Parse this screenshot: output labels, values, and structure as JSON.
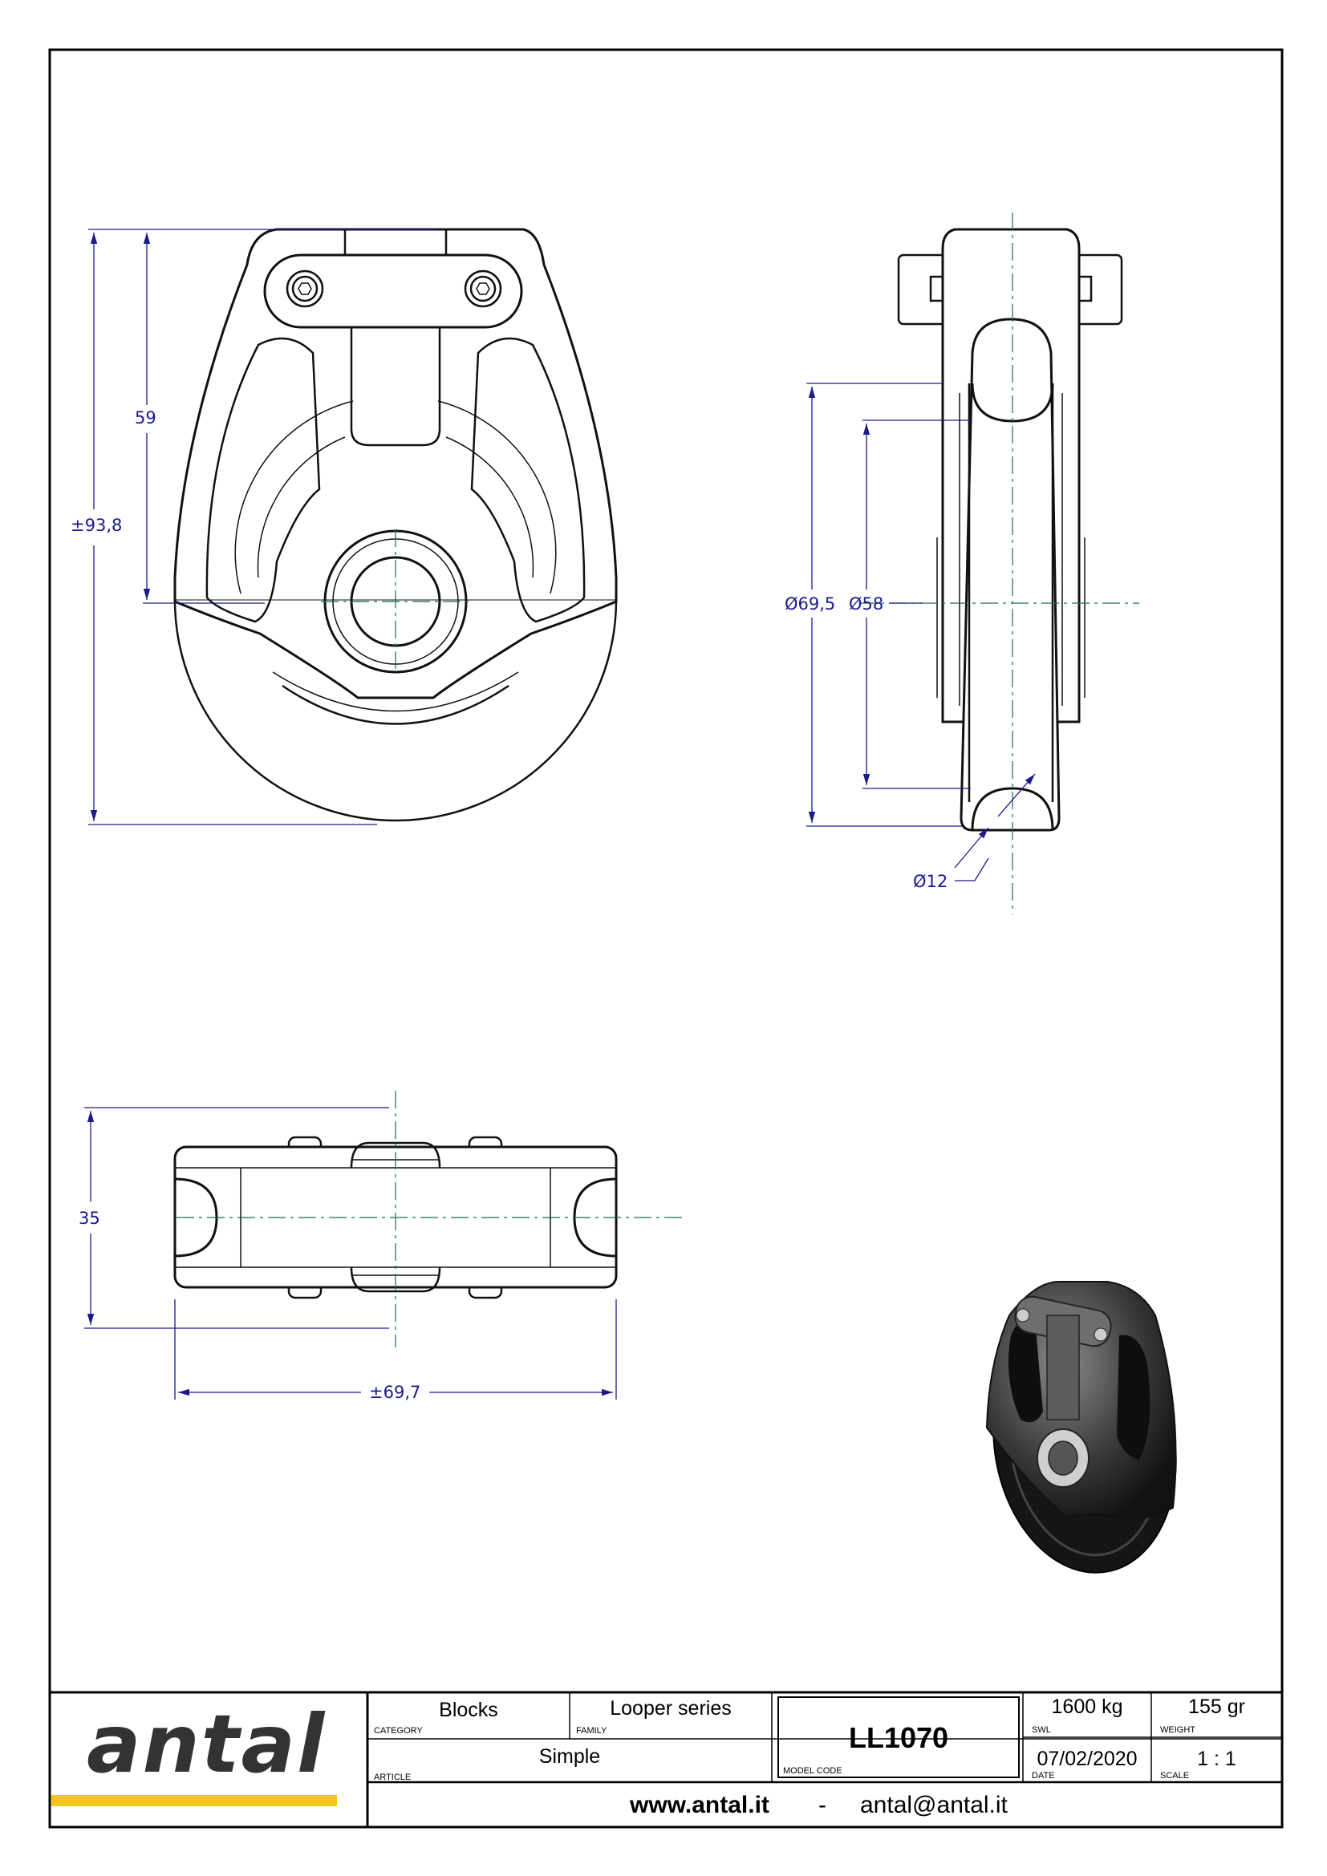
{
  "dimensions": {
    "front_height_total": "±93,8",
    "front_height_axle": "59",
    "side_outer_dia": "Ø69,5",
    "side_groove_dia": "Ø58",
    "rope_dia": "Ø12",
    "top_height": "35",
    "top_width": "±69,7"
  },
  "title_block": {
    "logo": "antal",
    "category_label": "CATEGORY",
    "category": "Blocks",
    "family_label": "FAMILY",
    "family": "Looper series",
    "article_label": "ARTICLE",
    "article": "Simple",
    "model_code_label": "MODEL CODE",
    "model_code": "LL1070",
    "swl_label": "SWL",
    "swl": "1600 kg",
    "weight_label": "WEIGHT",
    "weight": "155 gr",
    "date_label": "DATE",
    "date": "07/02/2020",
    "scale_label": "SCALE",
    "scale": "1 : 1",
    "website": "www.antal.it",
    "separator": "-",
    "email": "antal@antal.it"
  },
  "colors": {
    "dimension": "#1a1a8c",
    "centerline": "#1f6a52",
    "line": "#111111",
    "logo_accent": "#f4c61a",
    "logo_text": "#333333"
  }
}
